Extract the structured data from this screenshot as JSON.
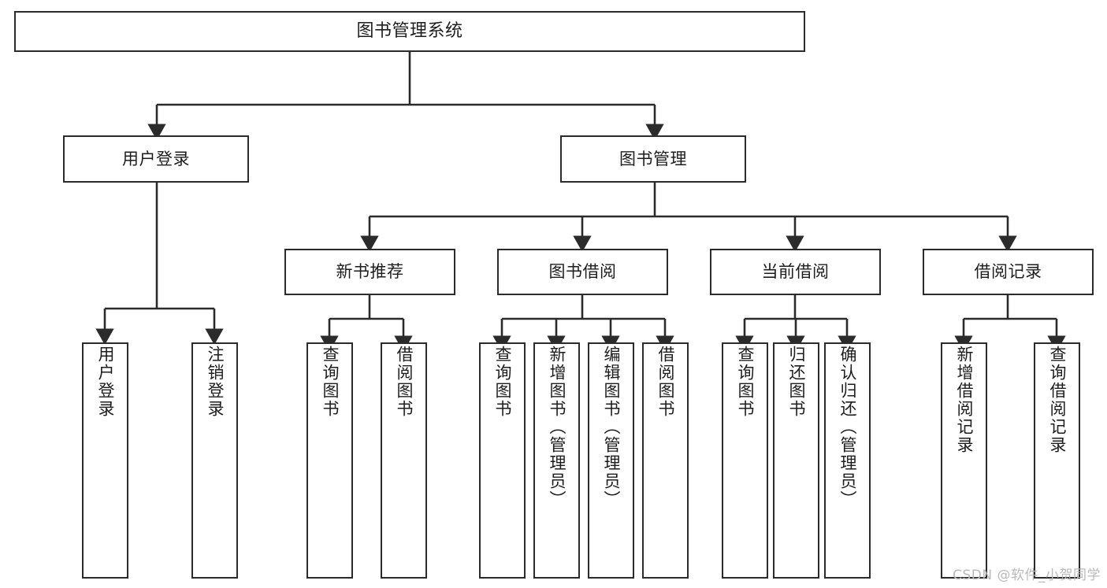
{
  "diagram": {
    "title": "图书管理系统",
    "type": "功能结构图",
    "watermark": "CSDN @软件_小贺同学",
    "stroke_color": "#2b2b2b",
    "background_color": "#ffffff",
    "text_color": "#1d1d1d",
    "watermark_color": "#b9b9b9"
  },
  "nodes": {
    "root": {
      "label": "图书管理系统"
    },
    "level2": [
      {
        "id": "user-login",
        "label": "用户登录"
      },
      {
        "id": "book-manage",
        "label": "图书管理"
      }
    ],
    "level3": [
      {
        "id": "new-book-recommend",
        "label": "新书推荐"
      },
      {
        "id": "book-borrow",
        "label": "图书借阅"
      },
      {
        "id": "current-borrow",
        "label": "当前借阅"
      },
      {
        "id": "borrow-record",
        "label": "借阅记录"
      }
    ],
    "leaves": {
      "user_login": [
        {
          "id": "leaf-user-login",
          "label": "用户登录"
        },
        {
          "id": "leaf-logout-login",
          "label": "注销登录"
        }
      ],
      "new_book_recommend": [
        {
          "id": "leaf-query-book-1",
          "label": "查询图书"
        },
        {
          "id": "leaf-borrow-book-1",
          "label": "借阅图书"
        }
      ],
      "book_borrow": [
        {
          "id": "leaf-query-book-2",
          "label": "查询图书"
        },
        {
          "id": "leaf-add-book",
          "label": "新增图书（管理员）"
        },
        {
          "id": "leaf-edit-book",
          "label": "编辑图书（管理员）"
        },
        {
          "id": "leaf-borrow-book-2",
          "label": "借阅图书"
        }
      ],
      "current_borrow": [
        {
          "id": "leaf-query-book-3",
          "label": "查询图书"
        },
        {
          "id": "leaf-return-book",
          "label": "归还图书"
        },
        {
          "id": "leaf-confirm-return",
          "label": "确认归还（管理员）"
        }
      ],
      "borrow_record": [
        {
          "id": "leaf-add-record",
          "label": "新增借阅记录"
        },
        {
          "id": "leaf-query-record",
          "label": "查询借阅记录"
        }
      ]
    }
  }
}
